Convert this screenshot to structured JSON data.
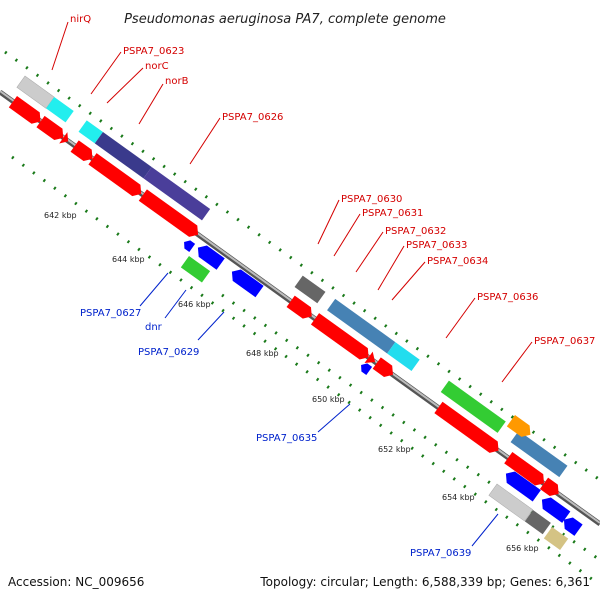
{
  "title": "Pseudomonas aeruginosa PA7, complete genome",
  "accession": "Accession: NC_009656",
  "topology": "Topology: circular; Length: 6,588,339 bp; Genes: 6,361",
  "ticks": [
    "642 kbp",
    "644 kbp",
    "646 kbp",
    "648 kbp",
    "650 kbp",
    "652 kbp",
    "654 kbp",
    "656 kbp"
  ],
  "top_labels": [
    "nirQ",
    "PSPA7_0623",
    "norC",
    "norB",
    "PSPA7_0626",
    "PSPA7_0630",
    "PSPA7_0631",
    "PSPA7_0632",
    "PSPA7_0633",
    "PSPA7_0634",
    "PSPA7_0636",
    "PSPA7_0637"
  ],
  "bottom_labels": [
    "PSPA7_0627",
    "dnr",
    "PSPA7_0629",
    "PSPA7_0635",
    "PSPA7_0639"
  ],
  "colors": {
    "backbone": "#999999",
    "cds": "#ff0000",
    "reverse_gene": "#0000ff",
    "dotted_ring": "#1a7a1a",
    "top_label": "#d40000",
    "bottom_label": "#0022cc"
  }
}
